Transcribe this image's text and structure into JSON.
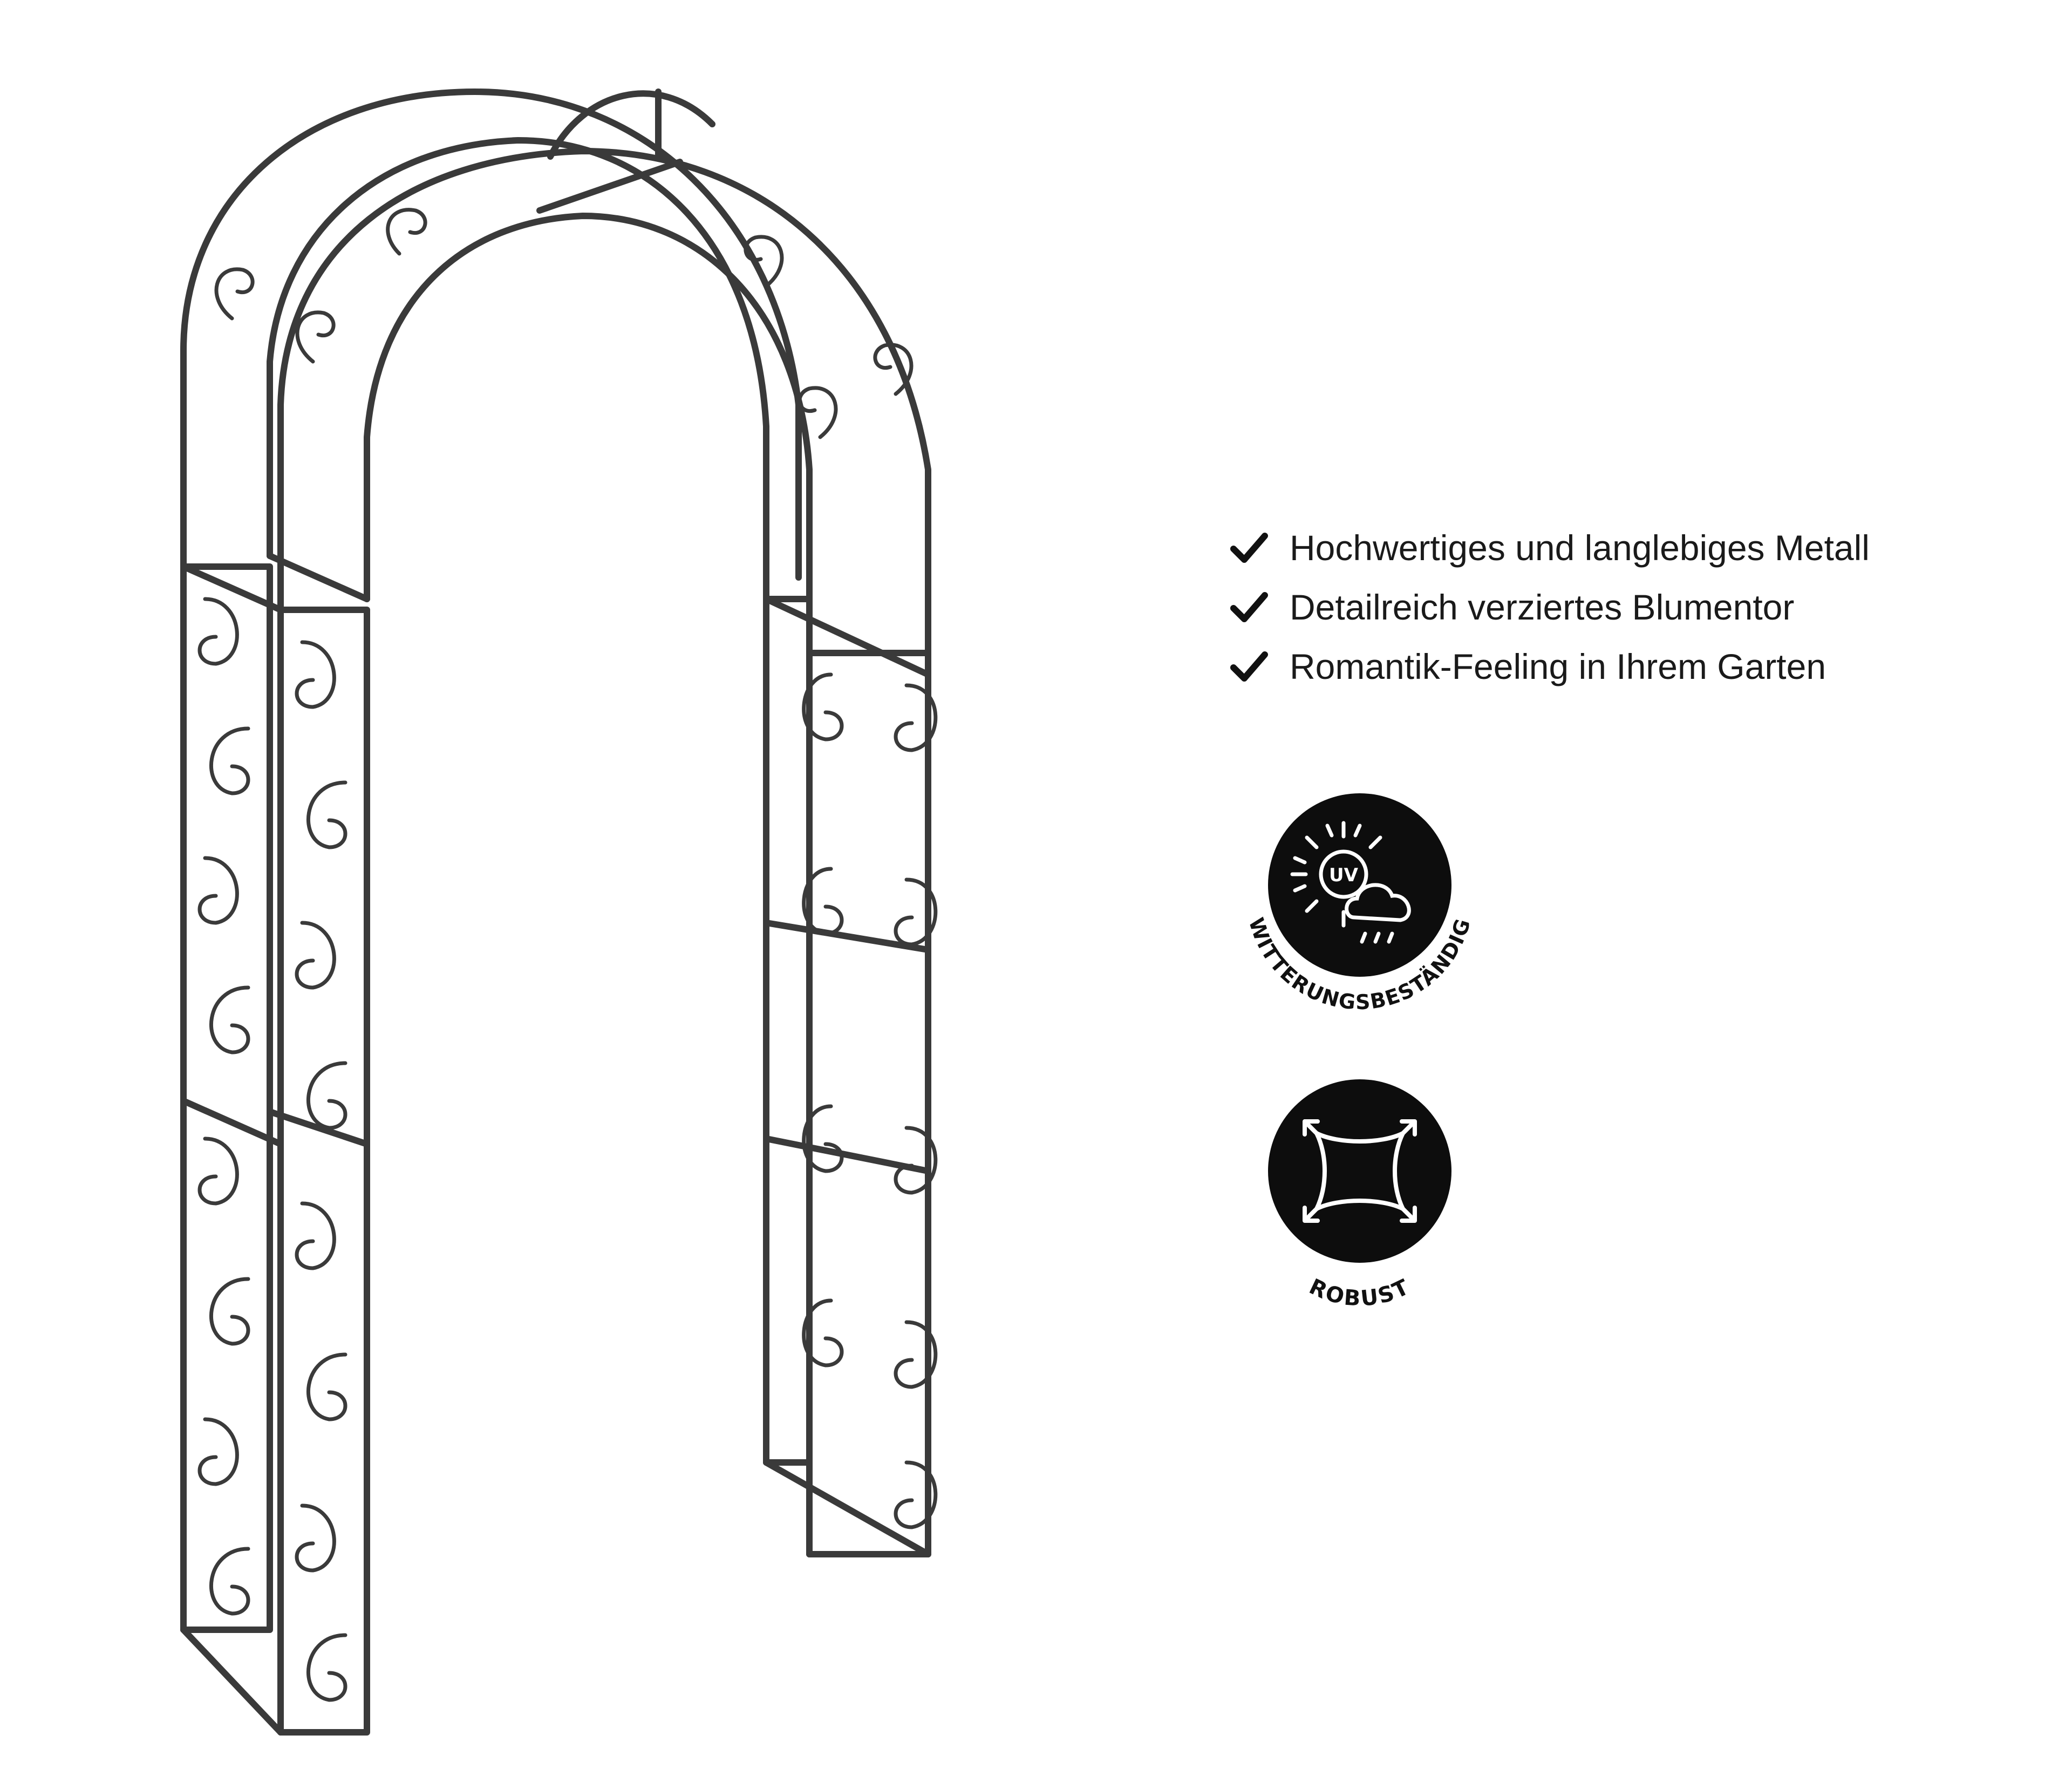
{
  "colors": {
    "background": "#ffffff",
    "metal": "#3a3a3a",
    "badge_fill": "#0d0d0d",
    "text": "#1a1a1a"
  },
  "features": [
    {
      "icon": "checkmark-icon",
      "label": "Hochwertiges und langlebiges Metall"
    },
    {
      "icon": "checkmark-icon",
      "label": "Detailreich verziertes Blumentor"
    },
    {
      "icon": "checkmark-icon",
      "label": "Romantik-Feeling in Ihrem Garten"
    }
  ],
  "badges": {
    "weather": {
      "icon": "uv-sun-cloud-icon",
      "uv_text": "UV",
      "label": "WITTERUNGSBESTÄNDIG"
    },
    "robust": {
      "icon": "expand-arrows-icon",
      "label": "ROBUST"
    }
  }
}
